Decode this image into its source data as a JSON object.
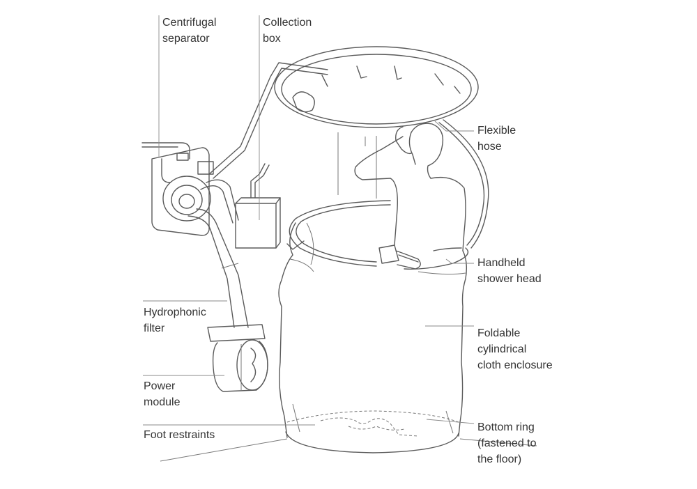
{
  "labels": {
    "centrifugal_separator": "Centrifugal\nseparator",
    "collection_box": "Collection\nbox",
    "flexible_hose": "Flexible\nhose",
    "handheld_shower_head": "Handheld\nshower head",
    "hydrophonic_filter": "Hydrophonic\nfilter",
    "foldable_enclosure": "Foldable\ncylindrical\ncloth enclosure",
    "power_module": "Power\nmodule",
    "foot_restraints": "Foot restraints",
    "bottom_ring": "Bottom ring\n(fastened to\nthe floor)"
  },
  "colors": {
    "line": "#5a5a5a",
    "text": "#333333",
    "background": "#ffffff"
  }
}
